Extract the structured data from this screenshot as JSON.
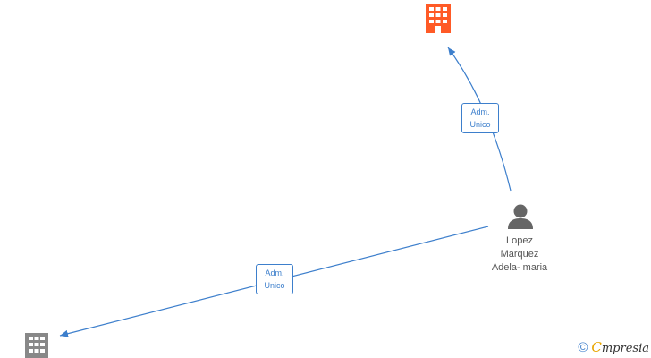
{
  "nodes": {
    "company_top": {
      "icon": "building-icon",
      "color": "#ff5a26"
    },
    "company_bottom": {
      "icon": "building-icon",
      "color": "#888888"
    },
    "person": {
      "icon": "person-icon",
      "color": "#666666",
      "name_lines": [
        "Lopez",
        "Marquez",
        "Adela- maria"
      ]
    }
  },
  "edges": {
    "to_top": {
      "label_line1": "Adm.",
      "label_line2": "Unico"
    },
    "to_bottom": {
      "label_line1": "Adm.",
      "label_line2": "Unico"
    }
  },
  "edge_color": "#3d7fcc",
  "brand": {
    "copyright": "©",
    "name_first": "C",
    "name_rest": "mpresia"
  }
}
